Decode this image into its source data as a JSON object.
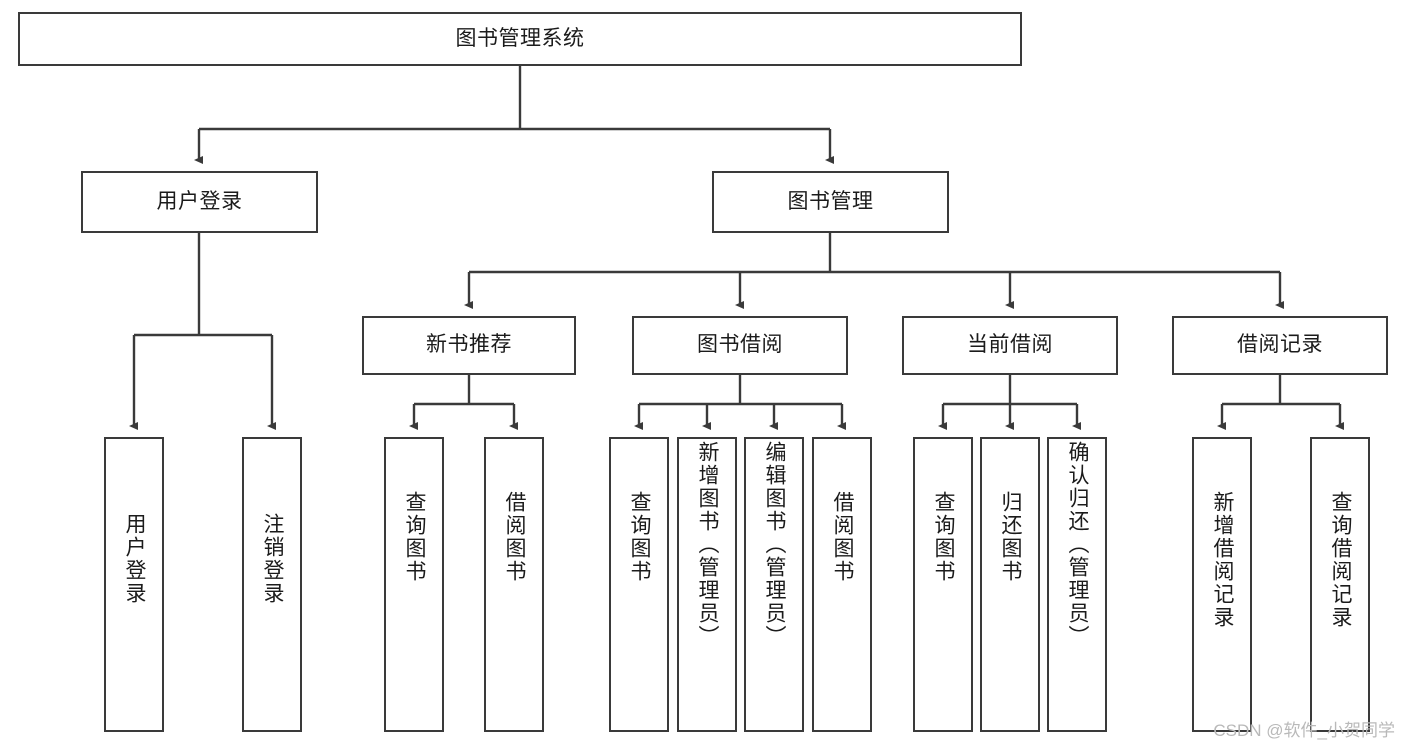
{
  "diagram": {
    "title": "图书管理系统",
    "type": "tree-hierarchy-chart",
    "root": {
      "label": "图书管理系统"
    },
    "level2": [
      {
        "label": "用户登录"
      },
      {
        "label": "图书管理"
      }
    ],
    "level3": [
      {
        "label": "新书推荐"
      },
      {
        "label": "图书借阅"
      },
      {
        "label": "当前借阅"
      },
      {
        "label": "借阅记录"
      }
    ],
    "leaves": {
      "user_login": [
        {
          "label": "用户登录"
        },
        {
          "label": "注销登录"
        }
      ],
      "new_book_recommend": [
        {
          "label": "查询图书"
        },
        {
          "label": "借阅图书"
        }
      ],
      "book_borrow": [
        {
          "label": "查询图书"
        },
        {
          "label": "新增图书（管理员）"
        },
        {
          "label": "编辑图书（管理员）"
        },
        {
          "label": "借阅图书"
        }
      ],
      "current_borrow": [
        {
          "label": "查询图书"
        },
        {
          "label": "归还图书"
        },
        {
          "label": "确认归还（管理员）"
        }
      ],
      "borrow_record": [
        {
          "label": "新增借阅记录"
        },
        {
          "label": "查询借阅记录"
        }
      ]
    }
  },
  "watermark": {
    "text": "CSDN @软件_小贺同学"
  },
  "colors": {
    "border": "#3a3a3a",
    "background": "#ffffff",
    "text": "#1b1b1b",
    "watermark": "#b9b9b9"
  }
}
